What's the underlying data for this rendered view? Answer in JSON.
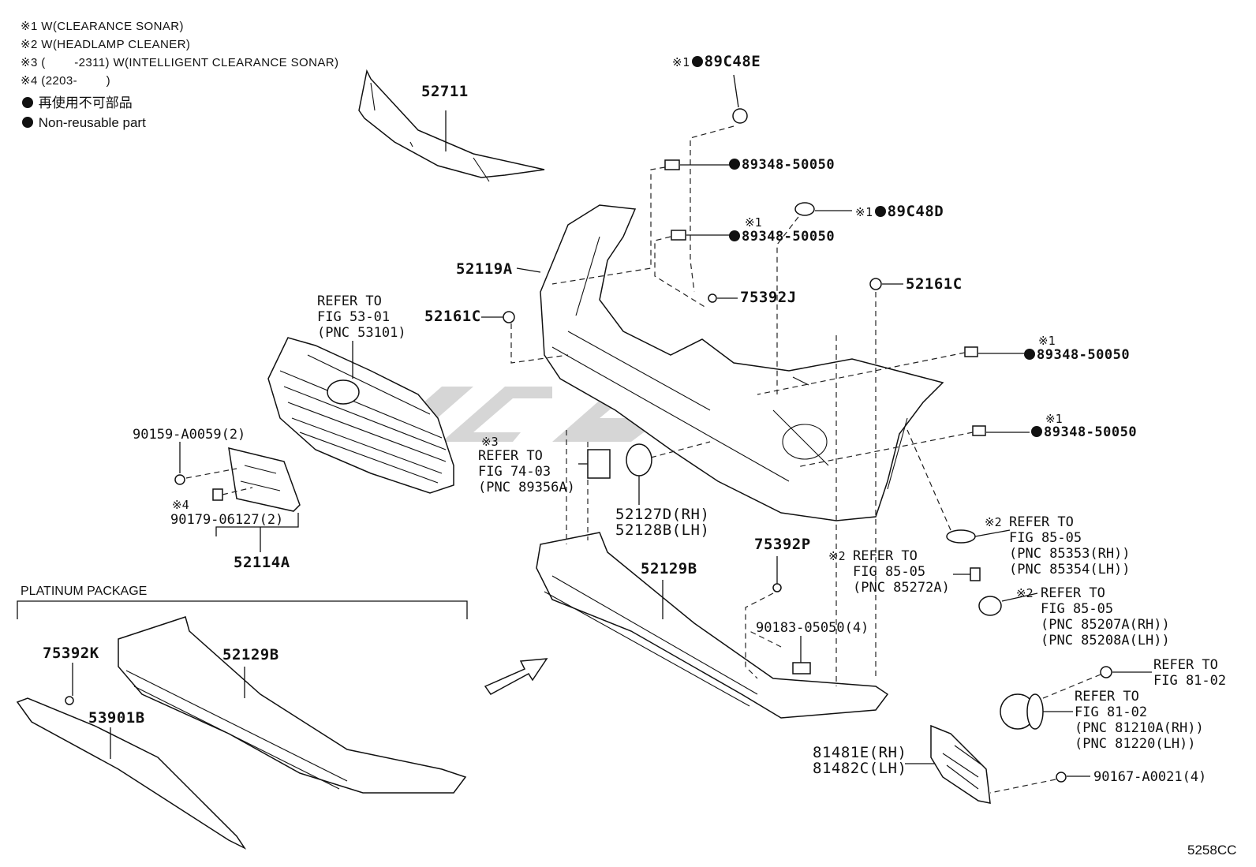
{
  "notes": [
    {
      "mark": "※1",
      "text": "W(CLEARANCE SONAR)"
    },
    {
      "mark": "※2",
      "text": "W(HEADLAMP CLEANER)"
    },
    {
      "mark": "※3",
      "text": "(        -2311) W(INTELLIGENT CLEARANCE SONAR)"
    },
    {
      "mark": "※4",
      "text": "(2203-        )"
    }
  ],
  "legend": [
    {
      "symbol": "filled-circle",
      "text": "再使用不可部品"
    },
    {
      "symbol": "filled-circle",
      "text": "Non-reusable part"
    }
  ],
  "section_label": "PLATINUM PACKAGE",
  "figure_code": "5258CC",
  "labels": {
    "p52711": "52711",
    "p89c48e": "89C48E",
    "p89c48e_mark": "※1",
    "p8934850050_a": "89348-50050",
    "p8934850050_b": "89348-50050",
    "p8934850050_b_mark": "※1",
    "p89c48d": "89C48D",
    "p89c48d_mark": "※1",
    "p52119a": "52119A",
    "p75392j": "75392J",
    "p52161c_l": "52161C",
    "p52161c_r": "52161C",
    "refer_5301": "REFER TO\nFIG 53-01\n(PNC 53101)",
    "p8934850050_c": "89348-50050",
    "p8934850050_c_mark": "※1",
    "p8934850050_d": "89348-50050",
    "p8934850050_d_mark": "※1",
    "p90159": "90159-A0059(2)",
    "refer_7403": "REFER TO\nFIG 74-03\n(PNC 89356A)",
    "refer_7403_mark": "※3",
    "p4_mark": "※4",
    "p90179": "90179-06127(2)",
    "p52127d": "52127D(RH)\n52128B(LH)",
    "p52114a": "52114A",
    "p75392p": "75392P",
    "refer_8505a": "REFER TO\nFIG 85-05\n(PNC 85353(RH))\n(PNC 85354(LH))",
    "refer_8505a_mark": "※2",
    "refer_8505b": "REFER TO\nFIG 85-05\n(PNC 85272A)",
    "refer_8505b_mark": "※2",
    "refer_8505c": "REFER TO\nFIG 85-05\n(PNC 85207A(RH))\n(PNC 85208A(LH))",
    "refer_8505c_mark": "※2",
    "p52129b_main": "52129B",
    "p90183": "90183-05050(4)",
    "p75392k": "75392K",
    "p52129b_plat": "52129B",
    "p53901b": "53901B",
    "refer_8102a": "REFER TO\nFIG 81-02",
    "refer_8102b": "REFER TO\nFIG 81-02\n(PNC 81210A(RH))\n(PNC 81220(LH))",
    "p81481e": "81481E(RH)\n81482C(LH)",
    "p90167": "90167-A0021(4)"
  }
}
